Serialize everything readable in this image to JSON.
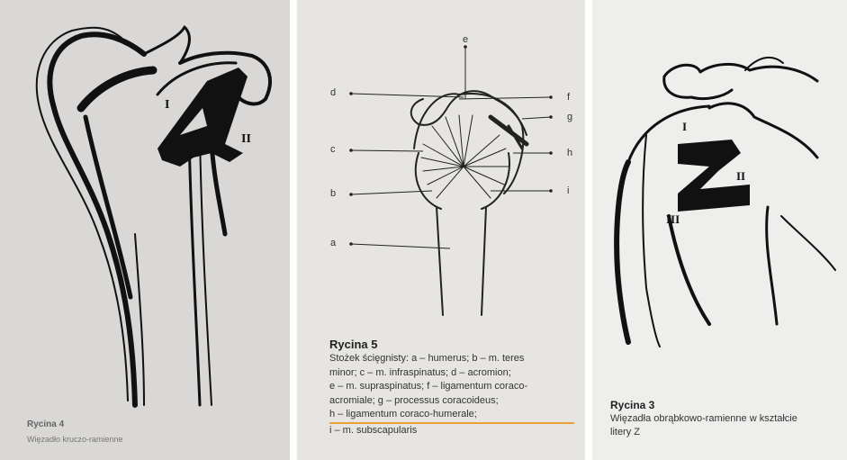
{
  "figure_left": {
    "title": "Rycina 4",
    "caption": "Więzadło kruczo-ramienne",
    "roman_labels": [
      "I",
      "II"
    ]
  },
  "figure_middle": {
    "letters": [
      "a",
      "b",
      "c",
      "d",
      "e",
      "f",
      "g",
      "h",
      "i"
    ],
    "title": "Rycina 5",
    "caption_lines": [
      "Stożek ścięgnisty: a – humerus; b – m. teres",
      "minor; c – m. infraspinatus; d – acromion;",
      "e – m. supraspinatus; f – ligamentum coraco-",
      "acromiale; g – processus coracoideus;",
      "h – ligamentum coraco-humerale;",
      "i – m. subscapularis"
    ]
  },
  "figure_right": {
    "title": "Rycina 3",
    "caption_lines": [
      "Więzadła obrąbkowo-ramienne w kształcie",
      "litery Z"
    ],
    "roman_labels": [
      "I",
      "II",
      "III"
    ]
  }
}
